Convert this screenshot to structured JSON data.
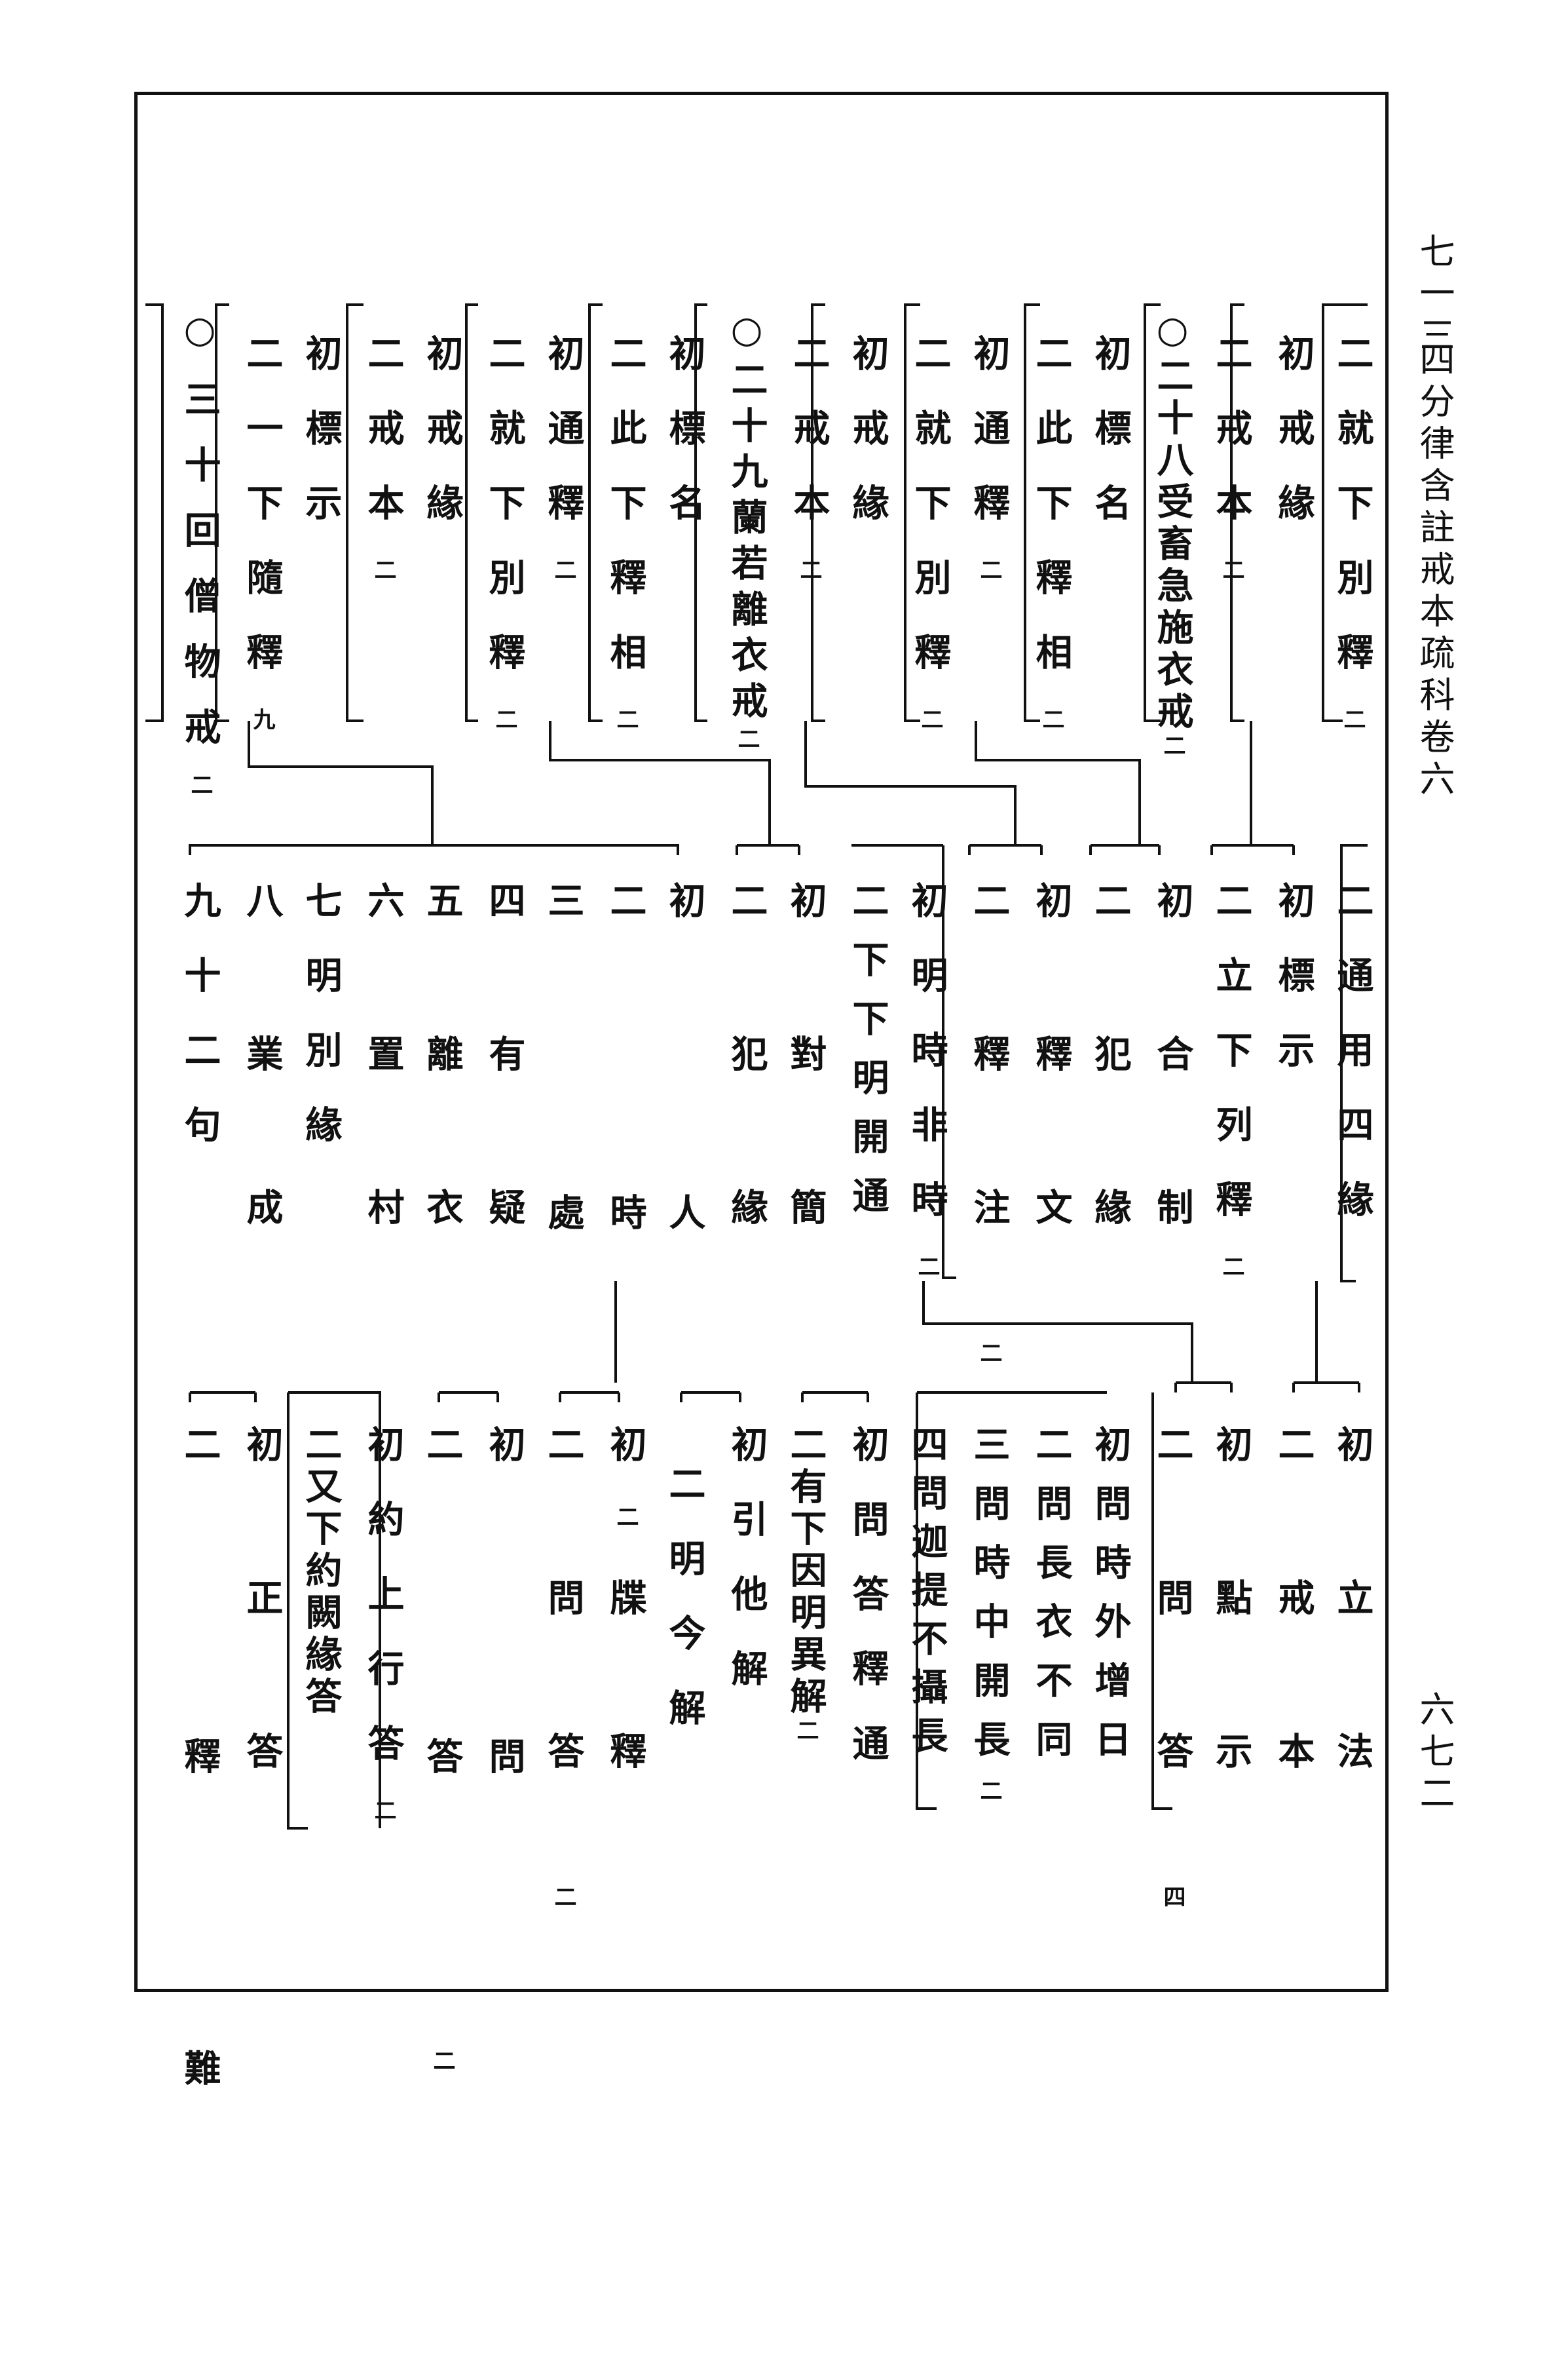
{
  "page_header": {
    "leaf": "七一三",
    "book_title": "四分律含註戒本疏科卷六",
    "page_number": "六七二"
  },
  "tiers": [
    {
      "name": "top",
      "columns": [
        {
          "text": "二就下別釋",
          "count": "二"
        },
        {
          "text": "初戒緣",
          "count": ""
        },
        {
          "text": "二戒本",
          "count": "二"
        },
        {
          "text": "○二十八受畜急施衣戒",
          "count": "二"
        },
        {
          "text": "初標名",
          "count": ""
        },
        {
          "text": "二此下釋相",
          "count": "二"
        },
        {
          "text": "初通釋",
          "count": "二"
        },
        {
          "text": "二就下別釋",
          "count": "二"
        },
        {
          "text": "初戒緣",
          "count": ""
        },
        {
          "text": "二戒本",
          "count": "二"
        },
        {
          "text": "○二十九蘭若離衣戒",
          "count": "二"
        },
        {
          "text": "初標名",
          "count": ""
        },
        {
          "text": "二此下釋相",
          "count": "二"
        },
        {
          "text": "初通釋",
          "count": "二"
        },
        {
          "text": "二就下別釋",
          "count": "二"
        },
        {
          "text": "初戒緣",
          "count": ""
        },
        {
          "text": "二戒本",
          "count": "二"
        },
        {
          "text": "初標示",
          "count": ""
        },
        {
          "text": "二一下隨釋",
          "count": "九"
        },
        {
          "text": "○三十回僧物戒",
          "count": "二"
        }
      ]
    },
    {
      "name": "middle",
      "columns": [
        {
          "text": "二通用四緣",
          "count": ""
        },
        {
          "text": "初標示",
          "count": ""
        },
        {
          "text": "二立下列釋",
          "count": "二"
        },
        {
          "text": "初合制",
          "count": ""
        },
        {
          "text": "二犯緣",
          "count": ""
        },
        {
          "text": "初釋文",
          "count": ""
        },
        {
          "text": "二釋注",
          "count": "二"
        },
        {
          "text": "初明時非時",
          "count": "二"
        },
        {
          "text": "二下下明開通",
          "count": ""
        },
        {
          "text": "初對簡",
          "count": ""
        },
        {
          "text": "二犯緣",
          "count": ""
        },
        {
          "text": "初人",
          "count": ""
        },
        {
          "text": "二時",
          "count": "二"
        },
        {
          "text": "三處",
          "count": ""
        },
        {
          "text": "四有疑",
          "count": ""
        },
        {
          "text": "五離衣",
          "count": ""
        },
        {
          "text": "六置村",
          "count": ""
        },
        {
          "text": "七明別緣",
          "count": ""
        },
        {
          "text": "八業成",
          "count": ""
        },
        {
          "text": "九十二句",
          "count": ""
        }
      ]
    },
    {
      "name": "bottom",
      "columns": [
        {
          "text": "初立法",
          "count": ""
        },
        {
          "text": "二戒本",
          "count": ""
        },
        {
          "text": "初點示",
          "count": ""
        },
        {
          "text": "二問答",
          "count": "四"
        },
        {
          "text": "初問時外增日",
          "count": ""
        },
        {
          "text": "二問長衣不同",
          "count": ""
        },
        {
          "text": "三問時中開長",
          "count": "二"
        },
        {
          "text": "四問迦提不攝長",
          "count": ""
        },
        {
          "text": "初問答釋通",
          "count": ""
        },
        {
          "text": "二有下因明異解",
          "count": "二"
        },
        {
          "text": "初引他解",
          "count": ""
        },
        {
          "text": "二明今解",
          "count": ""
        },
        {
          "text": "初牒釋",
          "count": ""
        },
        {
          "text": "二問答",
          "count": "二"
        },
        {
          "text": "初問",
          "count": ""
        },
        {
          "text": "二答",
          "count": "二"
        },
        {
          "text": "初約上行答",
          "count": "二"
        },
        {
          "text": "二又下約闕緣答",
          "count": ""
        },
        {
          "text": "初正答",
          "count": ""
        },
        {
          "text": "二釋難",
          "count": ""
        }
      ]
    }
  ]
}
